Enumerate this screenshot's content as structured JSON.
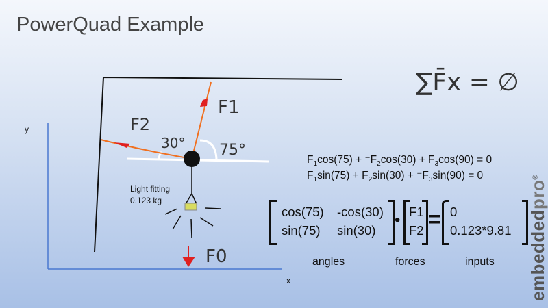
{
  "slide": {
    "title": "PowerQuad Example"
  },
  "diagram": {
    "axis_y": "y",
    "axis_x": "x",
    "label_f1": "F1",
    "label_f2": "F2",
    "label_f0": "F0",
    "angle_1": "30°",
    "angle_2": "75°",
    "object_label": "Light fitting",
    "object_mass": "0.123 kg",
    "sum_equation": "∑F̄x = ∅"
  },
  "equations": {
    "row1": [
      "F",
      "1",
      "cos(75) + ",
      "⁻F",
      "2",
      "cos(30) + F",
      "3",
      "cos(90) = 0"
    ],
    "row2": [
      "F",
      "1",
      "sin(75) + F",
      "2",
      "sin(30) + ",
      "⁻F",
      "3",
      "sin(90) = 0"
    ]
  },
  "matrix": {
    "angles": [
      [
        "cos(75)",
        "-cos(30)"
      ],
      [
        "sin(75)",
        "sin(30)"
      ]
    ],
    "forces": [
      "F1",
      "F2"
    ],
    "inputs": [
      "0",
      "0.123*9.81"
    ],
    "dot": "•",
    "equals": "=",
    "labels": {
      "angles": "angles",
      "forces": "forces",
      "inputs": "inputs"
    }
  },
  "brand": {
    "part1": "embedded",
    "part2": "pro",
    "mark": "®"
  }
}
